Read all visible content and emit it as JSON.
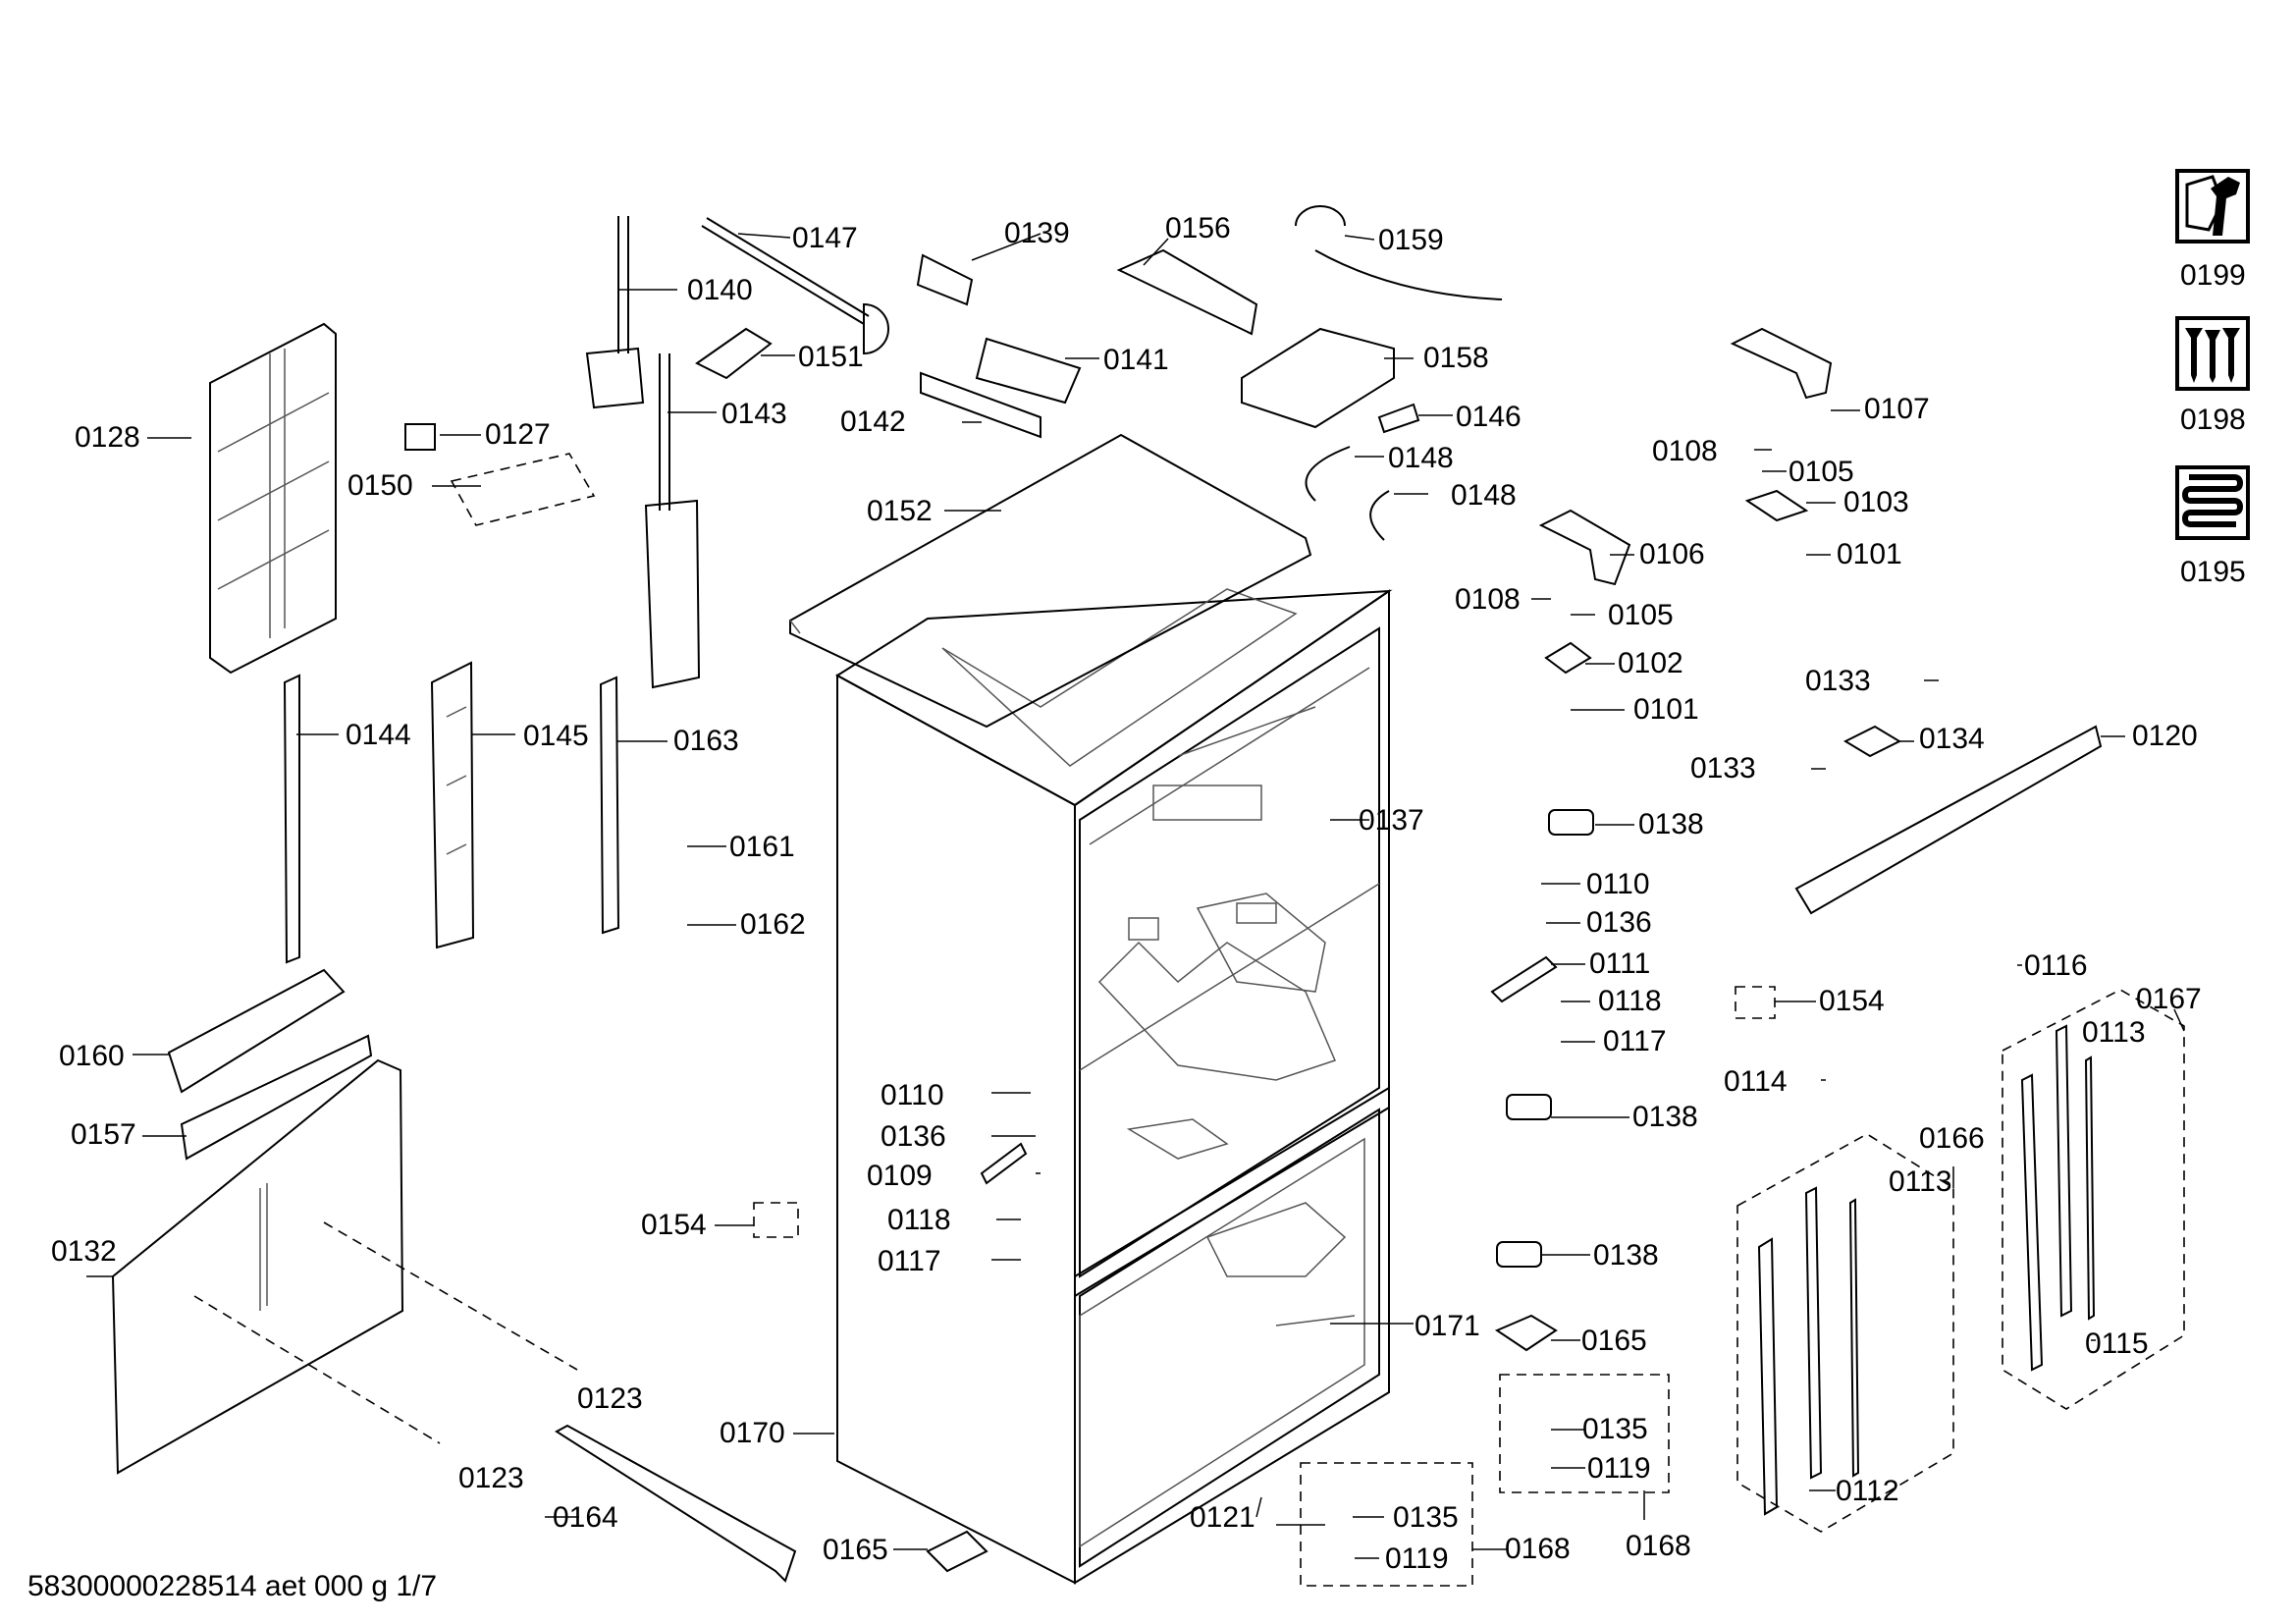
{
  "document_id": "58300000228514 aet 000 g 1/7",
  "callouts": [
    {
      "id": "c0199",
      "text": "0199"
    },
    {
      "id": "c0198",
      "text": "0198"
    },
    {
      "id": "c0195",
      "text": "0195"
    },
    {
      "id": "c0147",
      "text": "0147"
    },
    {
      "id": "c0139",
      "text": "0139"
    },
    {
      "id": "c0156",
      "text": "0156"
    },
    {
      "id": "c0159",
      "text": "0159"
    },
    {
      "id": "c0140",
      "text": "0140"
    },
    {
      "id": "c0151",
      "text": "0151"
    },
    {
      "id": "c0141",
      "text": "0141"
    },
    {
      "id": "c0158",
      "text": "0158"
    },
    {
      "id": "c0143",
      "text": "0143"
    },
    {
      "id": "c0142",
      "text": "0142"
    },
    {
      "id": "c0146",
      "text": "0146"
    },
    {
      "id": "c0128",
      "text": "0128"
    },
    {
      "id": "c0127",
      "text": "0127"
    },
    {
      "id": "c0150",
      "text": "0150"
    },
    {
      "id": "c0148a",
      "text": "0148"
    },
    {
      "id": "c0148b",
      "text": "0148"
    },
    {
      "id": "c0152",
      "text": "0152"
    },
    {
      "id": "c0107",
      "text": "0107"
    },
    {
      "id": "c0108a",
      "text": "0108"
    },
    {
      "id": "c0105a",
      "text": "0105"
    },
    {
      "id": "c0103",
      "text": "0103"
    },
    {
      "id": "c0106",
      "text": "0106"
    },
    {
      "id": "c0101a",
      "text": "0101"
    },
    {
      "id": "c0108b",
      "text": "0108"
    },
    {
      "id": "c0105b",
      "text": "0105"
    },
    {
      "id": "c0102",
      "text": "0102"
    },
    {
      "id": "c0101b",
      "text": "0101"
    },
    {
      "id": "c0133a",
      "text": "0133"
    },
    {
      "id": "c0134",
      "text": "0134"
    },
    {
      "id": "c0120",
      "text": "0120"
    },
    {
      "id": "c0133b",
      "text": "0133"
    },
    {
      "id": "c0144",
      "text": "0144"
    },
    {
      "id": "c0145",
      "text": "0145"
    },
    {
      "id": "c0163",
      "text": "0163"
    },
    {
      "id": "c0137",
      "text": "0137"
    },
    {
      "id": "c0138a",
      "text": "0138"
    },
    {
      "id": "c0161",
      "text": "0161"
    },
    {
      "id": "c0162",
      "text": "0162"
    },
    {
      "id": "c0110a",
      "text": "0110"
    },
    {
      "id": "c0136a",
      "text": "0136"
    },
    {
      "id": "c0111",
      "text": "0111"
    },
    {
      "id": "c0118a",
      "text": "0118"
    },
    {
      "id": "c0117a",
      "text": "0117"
    },
    {
      "id": "c0116",
      "text": "0116"
    },
    {
      "id": "c0154b",
      "text": "0154"
    },
    {
      "id": "c0167",
      "text": "0167"
    },
    {
      "id": "c0113b",
      "text": "0113"
    },
    {
      "id": "c0160",
      "text": "0160"
    },
    {
      "id": "c0110b",
      "text": "0110"
    },
    {
      "id": "c0114",
      "text": "0114"
    },
    {
      "id": "c0138b",
      "text": "0138"
    },
    {
      "id": "c0136b",
      "text": "0136"
    },
    {
      "id": "c0157",
      "text": "0157"
    },
    {
      "id": "c0109",
      "text": "0109"
    },
    {
      "id": "c0166",
      "text": "0166"
    },
    {
      "id": "c0113a",
      "text": "0113"
    },
    {
      "id": "c0154a",
      "text": "0154"
    },
    {
      "id": "c0118b",
      "text": "0118"
    },
    {
      "id": "c0132",
      "text": "0132"
    },
    {
      "id": "c0117b",
      "text": "0117"
    },
    {
      "id": "c0138c",
      "text": "0138"
    },
    {
      "id": "c0171",
      "text": "0171"
    },
    {
      "id": "c0165a",
      "text": "0165"
    },
    {
      "id": "c0115",
      "text": "0115"
    },
    {
      "id": "c0123a",
      "text": "0123"
    },
    {
      "id": "c0170",
      "text": "0170"
    },
    {
      "id": "c0135a",
      "text": "0135"
    },
    {
      "id": "c0119a",
      "text": "0119"
    },
    {
      "id": "c0123b",
      "text": "0123"
    },
    {
      "id": "c0112",
      "text": "0112"
    },
    {
      "id": "c0164",
      "text": "0164"
    },
    {
      "id": "c0121",
      "text": "0121"
    },
    {
      "id": "c0135b",
      "text": "0135"
    },
    {
      "id": "c0168a",
      "text": "0168"
    },
    {
      "id": "c0168b",
      "text": "0168"
    },
    {
      "id": "c0165b",
      "text": "0165"
    },
    {
      "id": "c0119b",
      "text": "0119"
    }
  ],
  "kit_icons": [
    {
      "callout": "0199",
      "icon": "wrench-nut-icon"
    },
    {
      "callout": "0198",
      "icon": "screws-icon"
    },
    {
      "callout": "0195",
      "icon": "heating-coil-icon"
    }
  ]
}
